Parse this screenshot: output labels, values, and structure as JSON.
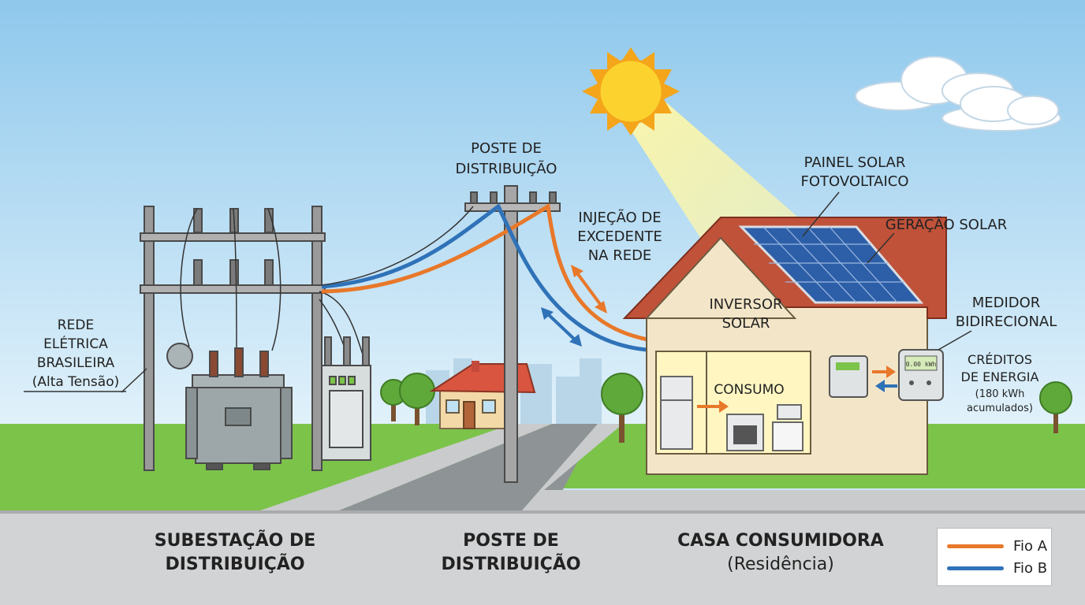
{
  "colors": {
    "fio_a": "#e8782a",
    "fio_b": "#2f72b8",
    "sky": "#cfe8f7",
    "grass": "#7cc34a",
    "road": "#8f9396",
    "footer": "#d2d3d4",
    "sun": "#fbc02d",
    "roof": "#c0523a",
    "house_wall": "#f3e6c8"
  },
  "labels": {
    "rede_l1": "REDE",
    "rede_l2": "ELÉTRICA",
    "rede_l3": "BRASILEIRA",
    "rede_l4": "(Alta Tensão)",
    "poste_top_l1": "POSTE DE",
    "poste_top_l2": "DISTRIBUIÇÃO",
    "injecao_l1": "INJEÇÃO DE",
    "injecao_l2": "EXCEDENTE",
    "injecao_l3": "NA REDE",
    "painel_l1": "PAINEL SOLAR",
    "painel_l2": "FOTOVOLTAICO",
    "geracao": "GERAÇÃO SOLAR",
    "inversor_l1": "INVERSOR",
    "inversor_l2": "SOLAR",
    "medidor_l1": "MEDIDOR",
    "medidor_l2": "BIDIRECIONAL",
    "creditos_l1": "CRÉDITOS",
    "creditos_l2": "DE ENERGIA",
    "creditos_l3": "(180 kWh",
    "creditos_l4": "acumulados)",
    "consumo": "CONSUMO",
    "meter_display": "0.00 kWh"
  },
  "bottom": {
    "subestacao_l1": "SUBESTAÇÃO DE",
    "subestacao_l2": "DISTRIBUIÇÃO",
    "poste_l1": "POSTE DE",
    "poste_l2": "DISTRIBUIÇÃO",
    "casa_l1": "CASA CONSUMIDORA",
    "casa_l2": "(Residência)"
  },
  "legend": {
    "fio_a": "Fio A",
    "fio_b": "Fio B"
  }
}
